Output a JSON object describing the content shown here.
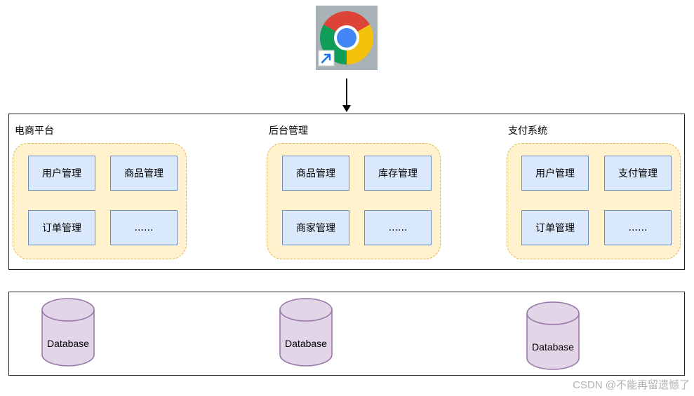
{
  "browser": {
    "icon": "chrome-shortcut-icon"
  },
  "systems": [
    {
      "title": "电商平台",
      "modules": [
        "用户管理",
        "商品管理",
        "订单管理",
        "......"
      ]
    },
    {
      "title": "后台管理",
      "modules": [
        "商品管理",
        "库存管理",
        "商家管理",
        "......"
      ]
    },
    {
      "title": "支付系统",
      "modules": [
        "用户管理",
        "支付管理",
        "订单管理",
        "......"
      ]
    }
  ],
  "databases": [
    {
      "label": "Database"
    },
    {
      "label": "Database"
    },
    {
      "label": "Database"
    }
  ],
  "watermark": "CSDN @不能再留遗憾了",
  "colors": {
    "module_fill": "#dae8fc",
    "module_border": "#6c8ebf",
    "group_fill": "#fff2cc",
    "group_border": "#e0b450",
    "db_fill": "#e1d5e7",
    "db_border": "#9673a6"
  }
}
